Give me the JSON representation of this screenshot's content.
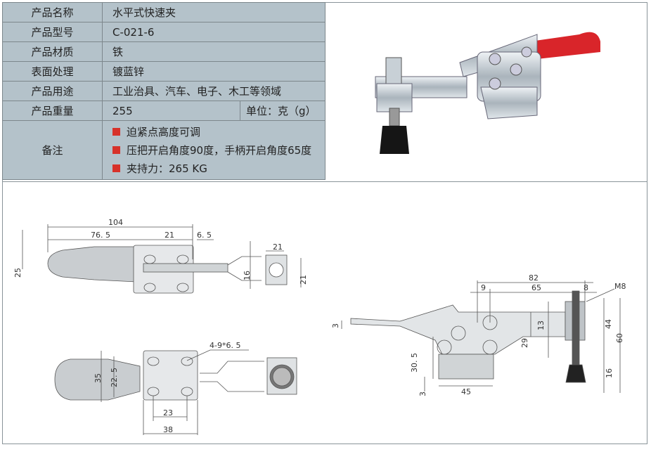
{
  "spec": {
    "rows": [
      {
        "label": "产品名称",
        "value": "水平式快速夹"
      },
      {
        "label": "产品型号",
        "value": "C-021-6"
      },
      {
        "label": "产品材质",
        "value": "铁"
      },
      {
        "label": "表面处理",
        "value": "镀蓝锌"
      },
      {
        "label": "产品用途",
        "value": "工业治具、汽车、电子、木工等领域"
      }
    ],
    "weight": {
      "label": "产品重量",
      "value": "255",
      "unit": "单位：克（g）"
    },
    "notes": {
      "label": "备注",
      "items": [
        "迫紧点高度可调",
        "压把开启角度90度，手柄开启角度65度",
        "夹持力：265 KG"
      ]
    },
    "bullet_color": "#d7322a"
  },
  "top_view": {
    "d104": "104",
    "d76_5": "76. 5",
    "d21a": "21",
    "d6_5": "6. 5",
    "d25": "25",
    "d16": "16",
    "d21b": "21",
    "d21c": "21"
  },
  "bottom_view": {
    "holes": "4-9*6. 5",
    "d35": "35",
    "d22_5": "22. 5",
    "d23": "23",
    "d38": "38"
  },
  "side_view": {
    "d82": "82",
    "d9": "9",
    "d65": "65",
    "d8": "8",
    "m8": "M8",
    "d3a": "3",
    "d13": "13",
    "d29": "29",
    "d44": "44",
    "d60": "60",
    "d30_5": "30. 5",
    "d3b": "3",
    "d45": "45",
    "d16": "16"
  }
}
